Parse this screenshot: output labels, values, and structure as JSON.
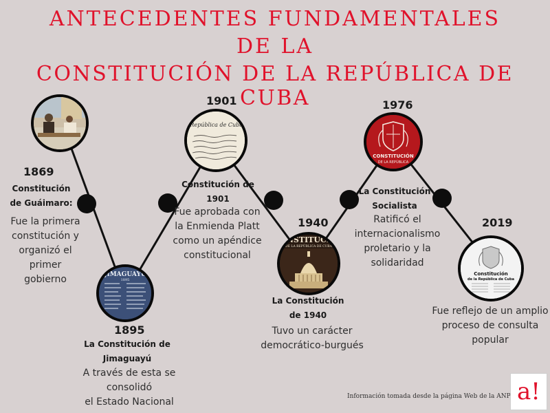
{
  "title": {
    "line1": "ANTECEDENTES FUNDAMENTALES",
    "line2": "DE LA",
    "line3": "CONSTITUCIÓN DE LA REPÚBLICA DE CUBA"
  },
  "colors": {
    "background": "#d8d1d1",
    "title": "#e0122b",
    "connector": "#111111"
  },
  "milestones": [
    {
      "year": "1869",
      "label": "Constitución de Guáimaro:",
      "label_lines": [
        "Constitución",
        "de Guáimaro:"
      ],
      "description_lines": [
        "Fue la primera",
        "constitución y",
        "organizó el primer",
        "gobierno"
      ],
      "image": "painting-of-assembly"
    },
    {
      "year": "1895",
      "label_lines": [
        "La Constitución de",
        "Jimaguayú"
      ],
      "description_lines": [
        "A través de esta se consolidó",
        "el Estado Nacional"
      ],
      "image_text": "JIMAGUAYÚ",
      "image_subtext": "1895"
    },
    {
      "year": "1901",
      "label_lines": [
        "Constitución de",
        "1901"
      ],
      "description_lines": [
        "Fue aprobada con",
        "la Enmienda Platt",
        "como un apéndice",
        "constitucional"
      ],
      "image_text": "República de Cuba."
    },
    {
      "year": "1940",
      "label_lines": [
        "La Constitución",
        "de 1940"
      ],
      "description_lines": [
        "Tuvo un carácter",
        "democrático-burgués"
      ],
      "image_text": "CONSTITUCIÓN",
      "image_subtext": "DE LA REPÚBLICA DE CUBA"
    },
    {
      "year": "1976",
      "label_lines": [
        "La Constitución",
        "Socialista"
      ],
      "description_lines": [
        "Ratificó el",
        "internacionalismo",
        "proletario y la",
        "solidaridad"
      ],
      "image_text": "CONSTITUCIÓN",
      "image_subtext": "DE LA REPÚBLICA"
    },
    {
      "year": "2019",
      "description_lines": [
        "Fue reflejo de un amplio",
        "proceso de consulta",
        "popular"
      ],
      "image_text": "Constitución",
      "image_subtext": "de la República de Cuba"
    }
  ],
  "credit": "Información tomada desde la página Web de la ANPP",
  "logo": "a!"
}
